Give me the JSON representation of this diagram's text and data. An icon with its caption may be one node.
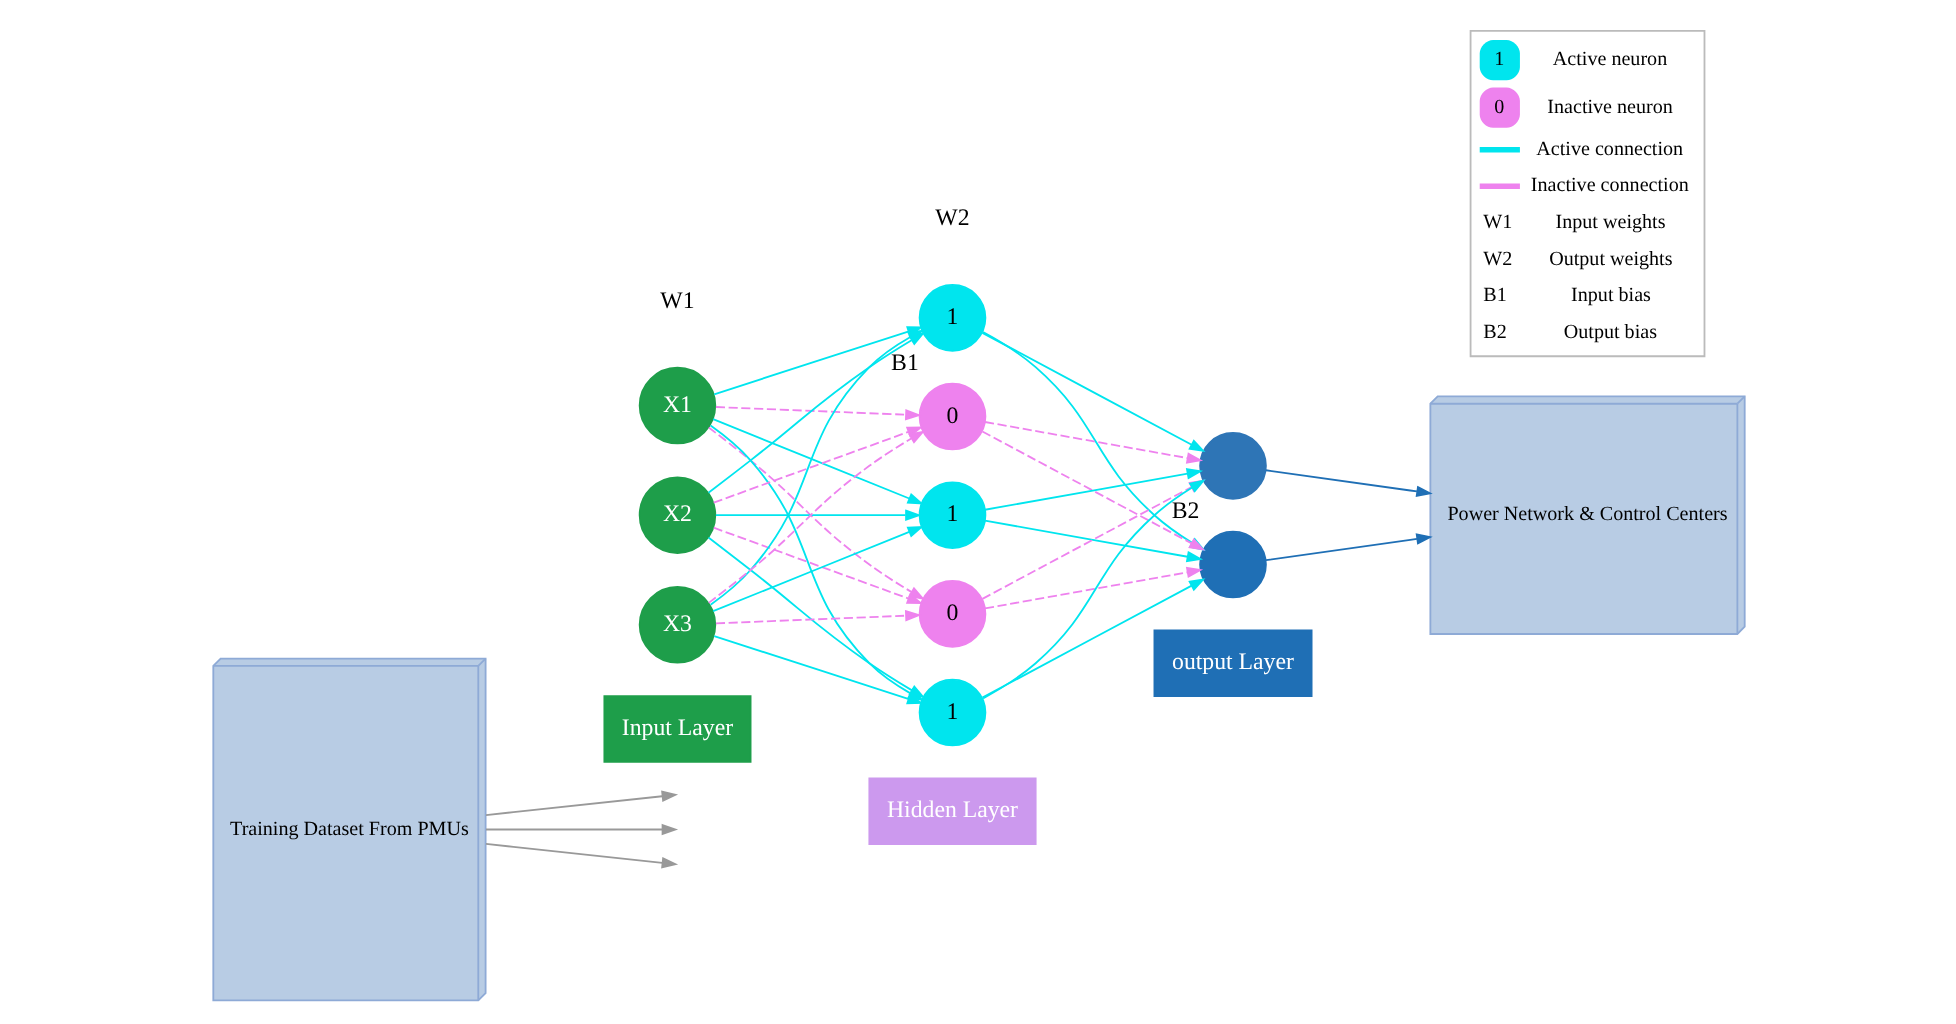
{
  "diagram": {
    "nodes": [
      {
        "text": [
          "Training Dataset From PMUs"
        ]
      },
      {
        "text": [
          "X1"
        ]
      },
      {
        "text": [
          "X2"
        ]
      },
      {
        "text": [
          "X3"
        ]
      },
      {
        "text": [
          "1"
        ],
        "beside": [
          "B1"
        ]
      },
      {
        "text": [
          "0"
        ]
      },
      {
        "text": [
          "1"
        ]
      },
      {
        "text": [
          "0"
        ]
      },
      {
        "text": [
          "1"
        ]
      },
      {
        "text": [],
        "shape": "circle",
        "beside": [
          "B2"
        ]
      },
      {
        "text": [],
        "shape": "circle"
      },
      {
        "text": [
          "Power Network & Control Centers"
        ]
      },
      {
        "text": [
          "Input Layer"
        ]
      },
      {
        "text": [
          "Hidden Layer"
        ]
      },
      {
        "text": [
          "output Layer"
        ]
      }
    ],
    "edges": [
      {
        "from": 0,
        "to": null,
        "arrow": "to",
        "color": "#999999"
      },
      {
        "from": 0,
        "to": null,
        "arrow": "to",
        "color": "#999999"
      },
      {
        "from": 0,
        "to": null,
        "arrow": "to",
        "color": "#999999"
      },
      {
        "from": 1,
        "to": 4,
        "arrow": "to"
      },
      {
        "from": 1,
        "to": 5,
        "arrow": "to",
        "style": "dashed",
        "color": "#ee82ee"
      },
      {
        "from": 1,
        "to": 6,
        "arrow": "to"
      },
      {
        "from": 1,
        "to": 7,
        "arrow": "to",
        "style": "dashed",
        "color": "#ee82ee"
      },
      {
        "from": 1,
        "to": 8,
        "arrow": "to"
      },
      {
        "from": 2,
        "to": 4,
        "arrow": "to"
      },
      {
        "from": 2,
        "to": 5,
        "arrow": "to",
        "style": "dashed",
        "color": "#ee82ee"
      },
      {
        "from": 2,
        "to": 6,
        "arrow": "to"
      },
      {
        "from": 2,
        "to": 7,
        "arrow": "to",
        "style": "dashed",
        "color": "#ee82ee"
      },
      {
        "from": 2,
        "to": 8,
        "arrow": "to"
      },
      {
        "from": 3,
        "to": 4,
        "arrow": "to"
      },
      {
        "from": 3,
        "to": 5,
        "arrow": "to",
        "style": "dashed",
        "color": "#ee82ee"
      },
      {
        "from": 3,
        "to": 6,
        "arrow": "to"
      },
      {
        "from": 3,
        "to": 7,
        "arrow": "to",
        "style": "dashed",
        "color": "#ee82ee"
      },
      {
        "from": 3,
        "to": 8,
        "arrow": "to"
      },
      {
        "from": 4,
        "to": 9,
        "arrow": "to"
      },
      {
        "from": 4,
        "to": 10,
        "arrow": "to"
      },
      {
        "from": 5,
        "to": 9,
        "arrow": "to",
        "style": "dashed",
        "color": "#ee82ee"
      },
      {
        "from": 5,
        "to": 10,
        "arrow": "to",
        "style": "dashed",
        "color": "#ee82ee"
      },
      {
        "from": 6,
        "to": 9,
        "arrow": "to"
      },
      {
        "from": 6,
        "to": 10,
        "arrow": "to"
      },
      {
        "from": 7,
        "to": 9,
        "arrow": "to",
        "style": "dashed",
        "color": "#ee82ee"
      },
      {
        "from": 7,
        "to": 10,
        "arrow": "to",
        "style": "dashed",
        "color": "#ee82ee"
      },
      {
        "from": 8,
        "to": 9,
        "arrow": "to"
      },
      {
        "from": 8,
        "to": 10,
        "arrow": "to"
      },
      {
        "from": 9,
        "to": 11,
        "arrow": "to",
        "color": "#1f6fb5"
      },
      {
        "from": 10,
        "to": 11,
        "arrow": "to",
        "color": "#1f6fb5"
      }
    ],
    "labels": [
      "W1",
      "W2",
      "1",
      "0",
      "W1",
      "W2",
      "B1",
      "B2"
    ],
    "legend": [
      {
        "text": "Active neuron",
        "color": "#00e5ee"
      },
      {
        "text": "Inactive neuron",
        "color": "#ee82ee"
      },
      {
        "text": "Active connection"
      },
      {
        "text": "Inactive connection"
      },
      {
        "text": "Input weights"
      },
      {
        "text": "Output weights"
      },
      {
        "text": "Input bias"
      },
      {
        "text": "Output bias"
      }
    ]
  }
}
